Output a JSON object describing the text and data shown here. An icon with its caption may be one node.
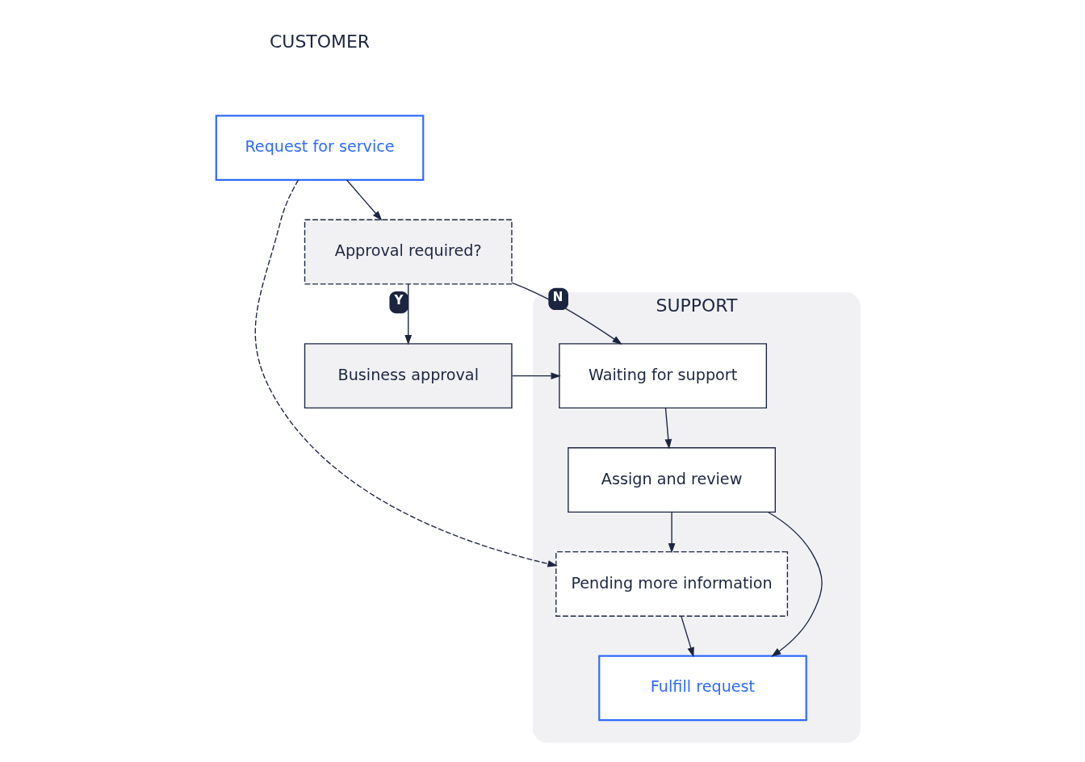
{
  "diagram": {
    "nodes": [
      {
        "text": [
          "SUPPORT"
        ]
      },
      {
        "text": [
          "Request for service"
        ]
      },
      {
        "text": [
          "Approval required?"
        ]
      },
      {
        "text": [
          "Business approval"
        ]
      },
      {
        "text": [
          "Waiting for support"
        ],
        "in": 0
      },
      {
        "text": [
          "Assign and review"
        ],
        "in": 0
      },
      {
        "text": [
          "Pending more information"
        ],
        "in": 0
      },
      {
        "text": [
          "Fulfill request"
        ],
        "in": 0
      }
    ],
    "edges": [
      {
        "from": 1,
        "to": 2,
        "arrow": "to"
      },
      {
        "from": 1,
        "to": 6,
        "arrow": "to",
        "style": "dashed"
      },
      {
        "from": 2,
        "to": 4,
        "arrow": "to",
        "label": "N"
      },
      {
        "from": 2,
        "to": 3,
        "arrow": "to",
        "label": "Y"
      },
      {
        "from": 3,
        "to": 4,
        "arrow": "to"
      },
      {
        "from": 4,
        "to": 5,
        "arrow": "to"
      },
      {
        "from": 5,
        "to": 6,
        "arrow": "to"
      },
      {
        "from": 5,
        "to": 7,
        "arrow": "to"
      },
      {
        "from": 6,
        "to": 7,
        "arrow": "to"
      }
    ],
    "labels": [
      "CUSTOMER"
    ]
  }
}
